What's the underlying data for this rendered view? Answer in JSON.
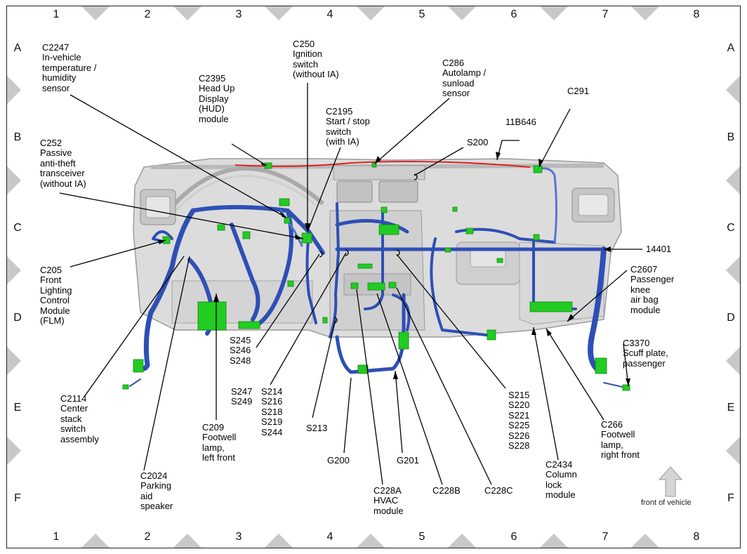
{
  "columns": [
    "1",
    "2",
    "3",
    "4",
    "5",
    "6",
    "7",
    "8"
  ],
  "rows": [
    "A",
    "B",
    "C",
    "D",
    "E",
    "F"
  ],
  "labels": {
    "c2247": "C2247\nIn-vehicle\ntemperature /\nhumidity\nsensor",
    "c2395": "C2395\nHead Up\nDisplay\n(HUD)\nmodule",
    "c250": "C250\nIgnition\nswitch\n(without IA)",
    "c286": "C286\nAutolamp /\nsunload\nsensor",
    "c291": "C291",
    "c2195": "C2195\nStart / stop\nswitch\n(with IA)",
    "b11b646": "11B646",
    "s200": "S200",
    "c252": "C252\nPassive\nanti-theft\ntransceiver\n(without IA)",
    "w14401": "14401",
    "c205": "C205\nFront\nLighting\nControl\nModule\n(FLM)",
    "c2607": "C2607\nPassenger\nknee\nair bag\nmodule",
    "c3370": "C3370\nScuff plate,\npassenger",
    "s245": "S245\nS246\nS248",
    "s247": "S247\nS249",
    "s214": "S214\nS216\nS218\nS219\nS244",
    "s215": "S215\nS220\nS221\nS225\nS226\nS228",
    "c2114": "C2114\nCenter\nstack\nswitch\nassembly",
    "c209": "C209\nFootwell\nlamp,\nleft front",
    "s213": "S213",
    "c266": "C266\nFootwell\nlamp,\nright front",
    "g200": "G200",
    "g201": "G201",
    "c2024": "C2024\nParking\naid\nspeaker",
    "c2434": "C2434\nColumn\nlock\nmodule",
    "c228a": "C228A\nHVAC\nmodule",
    "c228b": "C228B",
    "c228c": "C228C",
    "front": "front of vehicle"
  },
  "colors": {
    "harness": "#2e4fb5",
    "harness_light": "#6f8fd6",
    "connector": "#22cc22",
    "dash": "#d6d6d6",
    "dash_edge": "#9a9a9a",
    "red_wire": "#dd2222",
    "tick": "#c8c8c8"
  }
}
